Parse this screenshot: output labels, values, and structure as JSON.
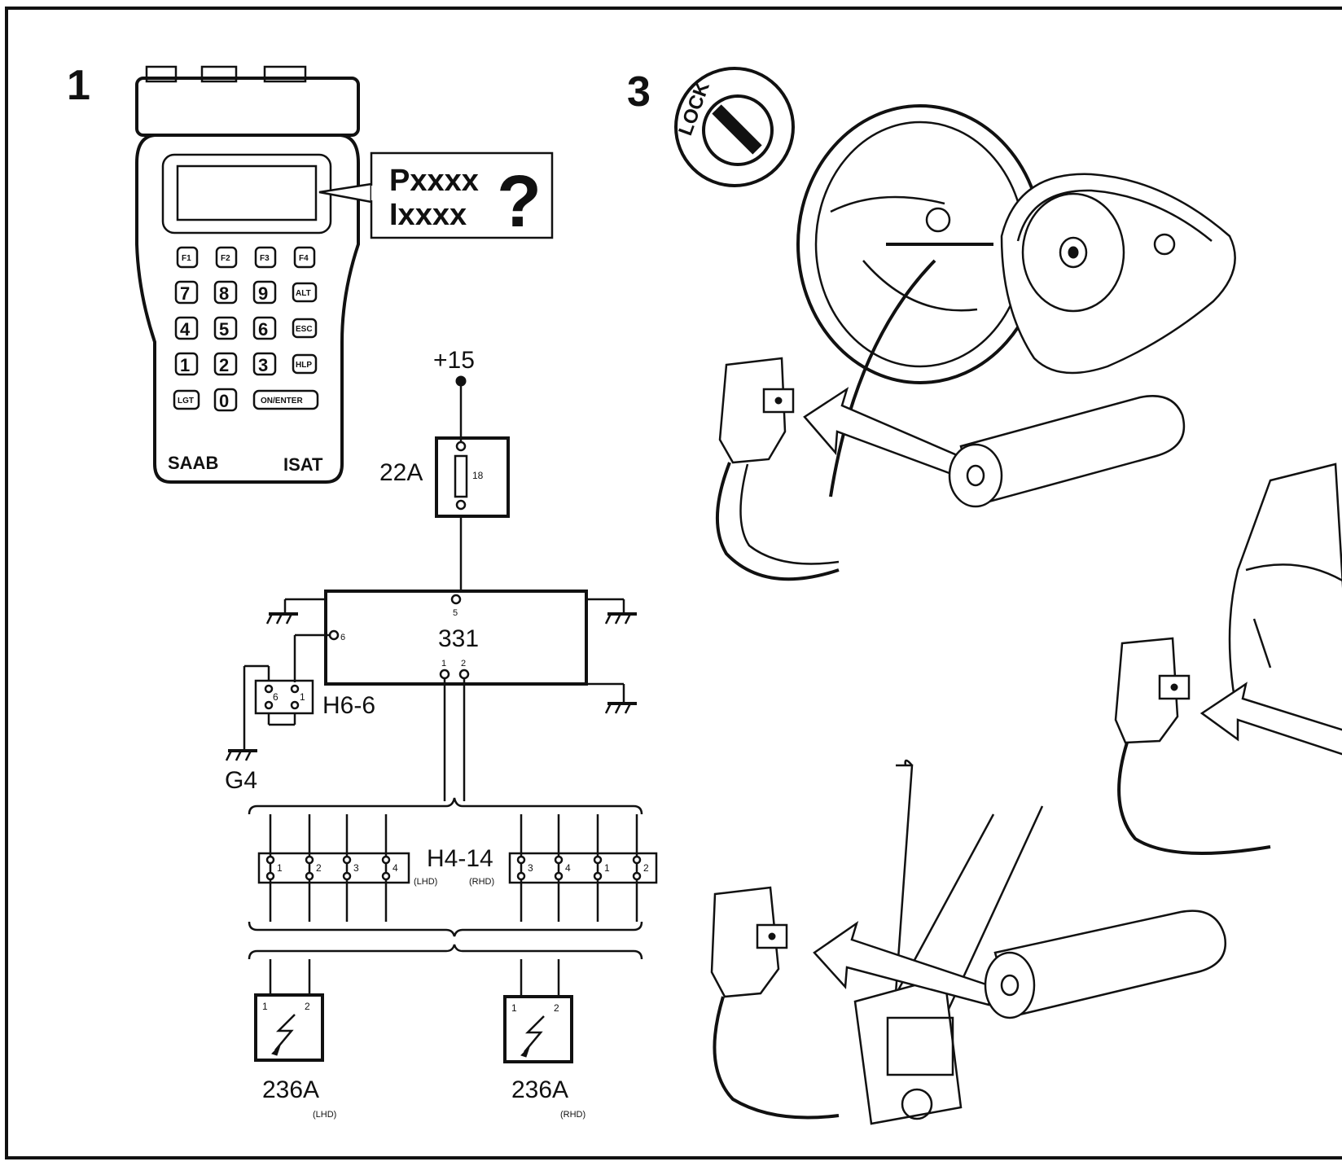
{
  "panels": {
    "panel1_number": "1",
    "panel3_number": "3"
  },
  "tester": {
    "brand_left": "SAAB",
    "brand_right": "ISAT",
    "function_keys": [
      "F1",
      "F2",
      "F3",
      "F4"
    ],
    "key_rows": [
      [
        "7",
        "8",
        "9",
        "ALT"
      ],
      [
        "4",
        "5",
        "6",
        "ESC"
      ],
      [
        "1",
        "2",
        "3",
        "HLP"
      ]
    ],
    "bottom_keys": [
      "LGT",
      "0",
      "ON/ENTER"
    ]
  },
  "callout": {
    "line1": "Pxxxx",
    "line2": "Ixxxx",
    "symbol": "?"
  },
  "lock": {
    "label": "LOCK"
  },
  "wiring": {
    "supply": "+15",
    "fuse_label": "22A",
    "fuse_number": "18",
    "unit_label": "331",
    "unit_pin_top": "5",
    "unit_pin_side": "6",
    "unit_pin_1": "1",
    "unit_pin_2": "2",
    "connector_h6": "H6-6",
    "h6_pin_a": "6",
    "h6_pin_b": "1",
    "ground_label": "G4",
    "connector_h4": "H4-14",
    "lhd": "(LHD)",
    "rhd": "(RHD)",
    "h4_lhd_pins": [
      "1",
      "2",
      "3",
      "4"
    ],
    "h4_rhd_pins": [
      "3",
      "4",
      "1",
      "2"
    ],
    "squib_label": "236A",
    "squib_pin_1": "1",
    "squib_pin_2": "2"
  }
}
